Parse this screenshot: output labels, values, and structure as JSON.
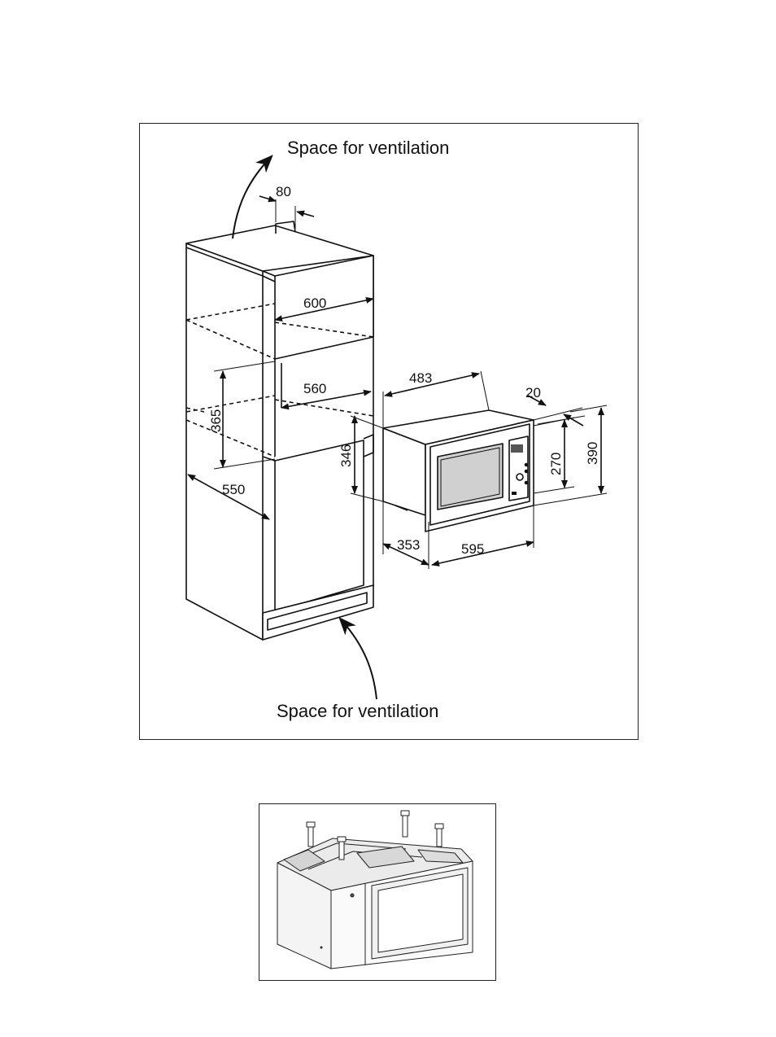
{
  "installation_diagram": {
    "top_label": "Space for ventilation",
    "bottom_label": "Space for ventilation",
    "dimensions": {
      "d80": "80",
      "d600": "600",
      "d560": "560",
      "d365": "365",
      "d550": "550",
      "d346": "346",
      "d483": "483",
      "d20": "20",
      "d270": "270",
      "d390": "390",
      "d353": "353",
      "d595": "595"
    }
  },
  "colors": {
    "line": "#111111",
    "window": "#d0d0d0",
    "photo_fill": "#e8e8e8"
  }
}
